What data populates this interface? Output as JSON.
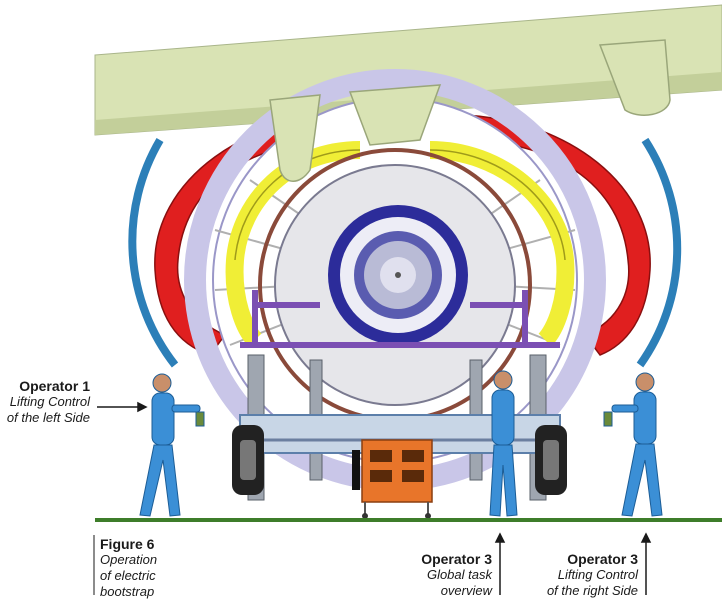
{
  "labels": {
    "operator1": {
      "title": "Operator 1",
      "line1": "Lifting Control",
      "line2": "of the left Side"
    },
    "operator3_global": {
      "title": "Operator 3",
      "line1": "Global task",
      "line2": "overview"
    },
    "operator3_right": {
      "title": "Operator 3",
      "line1": "Lifting Control",
      "line2": "of the right Side"
    }
  },
  "figure": {
    "title": "Figure 6",
    "line1": "Operation",
    "line2": "of electric",
    "line3": "bootstrap"
  },
  "colors": {
    "wing": "#d9e3b4",
    "cowl_red": "#e01f1f",
    "cowl_blue": "#2c7fb8",
    "yellow": "#f0ee36",
    "purple": "#7b4fb3",
    "navy": "#2c2c9a",
    "ground": "#3e7d2a",
    "operator": "#3b8fd6",
    "cart": "#e8752a"
  }
}
